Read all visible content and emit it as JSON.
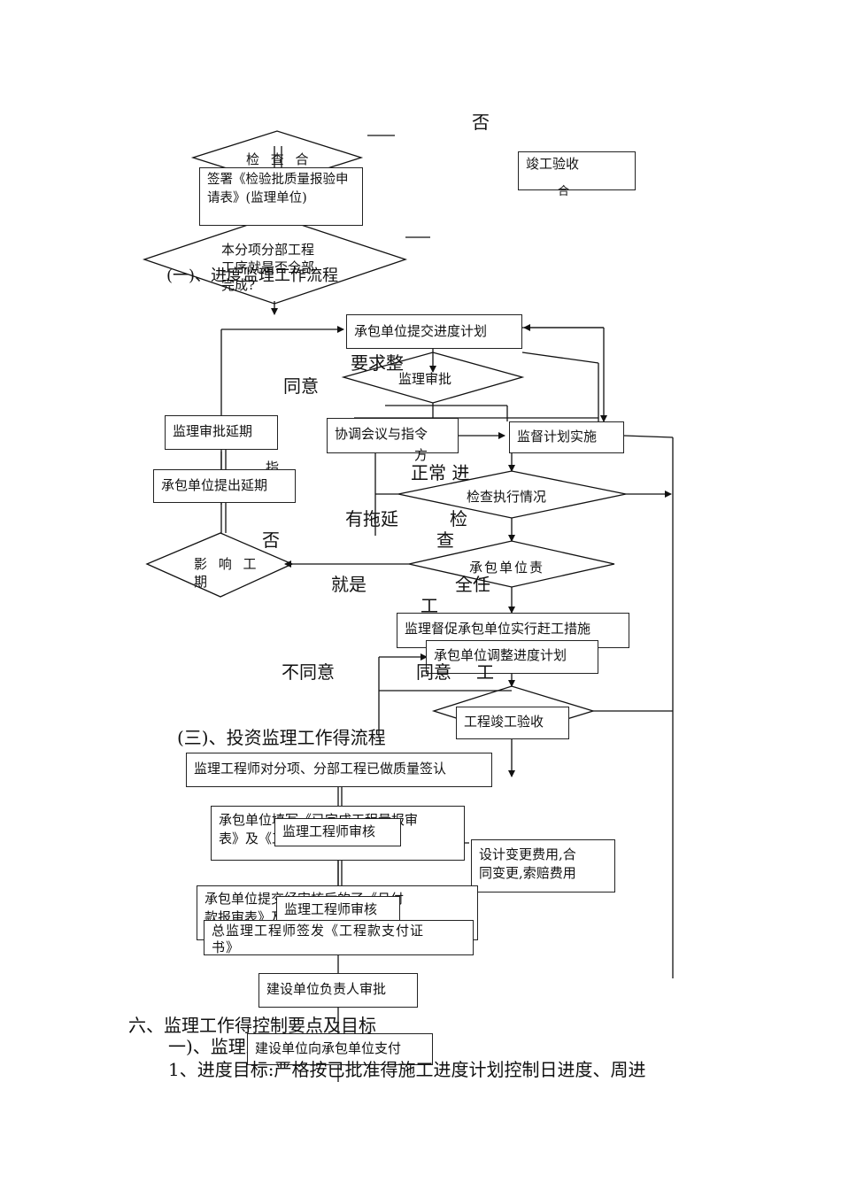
{
  "fragments": {
    "fou_top": "否",
    "check_ok": "检 查 合",
    "sign_box": "签署《检验批质量报验申请表》(监理单位)",
    "completed_q": "本分项分部工程\n工序就是否全部\n完成?",
    "acceptance": "竣工验收",
    "acceptance_tail": "合",
    "section_two": "(一)、进度监理工作流程",
    "yaoqiu": "要求整",
    "tongyi": "同意",
    "fang": "方",
    "ci": "指",
    "zhengchang": "正常 进",
    "you_tuoyan": "有拖延",
    "jian": "检",
    "cha": "查",
    "fou_mid": "否",
    "jiushi": "就是",
    "quanren": "全任",
    "gong": "工",
    "butongyi": "不同意",
    "tongyi2": "同意",
    "gong2": "工"
  },
  "schedule_flow": {
    "submit_plan": "承包单位提交进度计划",
    "supervisor_approve": "监理审批",
    "approve_extension": "监理审批延期",
    "coordination": "协调会议与指令",
    "supervise_impl": "监督计划实施",
    "request_extension": "承包单位提出延期",
    "check_execution": "检查执行情况",
    "affect_schedule": "影 响 工\n期",
    "contractor_resp": "承包单位责",
    "urge_measures": "监理督促承包单位实行赶工措施",
    "adjust_plan": "承包单位调整进度计划",
    "completion_accept": "工程竣工验收"
  },
  "investment_flow": {
    "heading": "(三)、投资监理工作得流程",
    "engineer_sign": "监理工程师对分项、分部工程已做质量签认",
    "fill_table": "承包单位填写《已完成工程量报审\n表》及《工程计量报审报表》",
    "engineer_review1": "监理工程师审核",
    "change_costs": "设计变更费用,合\n同变更,索赔费用",
    "submit_monthly": "承包单位提交经审核后的了《月付\n款报审表》及《工程量统计报",
    "engineer_review2": "监理工程师审核",
    "chief_sign": "总监理工程师签发《工程款支付证\n书》",
    "owner_approve": "建设单位负责人审批",
    "owner_pay": "建设单位向承包单位支付"
  },
  "body_text": {
    "section_six": "六、监理工作得控制要点及目标",
    "sub_one": "一)、监理工作得控制要点",
    "item_one": "1、进度目标:严格按已批准得施工进度计划控制日进度、周进"
  }
}
